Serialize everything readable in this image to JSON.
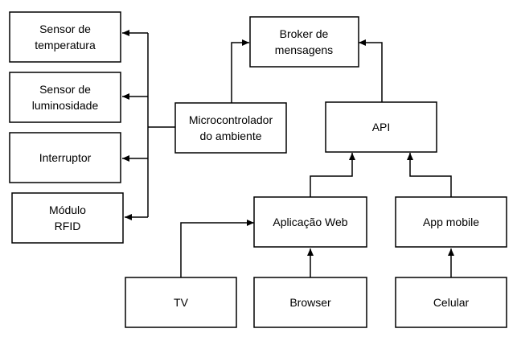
{
  "nodes": {
    "sensor_temperatura": {
      "lines": [
        "Sensor de",
        "temperatura"
      ]
    },
    "sensor_luminosidade": {
      "lines": [
        "Sensor de",
        "luminosidade"
      ]
    },
    "interruptor": {
      "lines": [
        "Interruptor"
      ]
    },
    "modulo_rfid": {
      "lines": [
        "Módulo",
        "RFID"
      ]
    },
    "microcontrolador": {
      "lines": [
        "Microcontrolador",
        "do ambiente"
      ]
    },
    "broker": {
      "lines": [
        "Broker de",
        "mensagens"
      ]
    },
    "api": {
      "lines": [
        "API"
      ]
    },
    "aplicacao_web": {
      "lines": [
        "Aplicação Web"
      ]
    },
    "app_mobile": {
      "lines": [
        "App mobile"
      ]
    },
    "tv": {
      "lines": [
        "TV"
      ]
    },
    "browser": {
      "lines": [
        "Browser"
      ]
    },
    "celular": {
      "lines": [
        "Celular"
      ]
    }
  },
  "edges": [
    {
      "from": "microcontrolador",
      "to": "sensor_temperatura"
    },
    {
      "from": "microcontrolador",
      "to": "sensor_luminosidade"
    },
    {
      "from": "microcontrolador",
      "to": "interruptor"
    },
    {
      "from": "microcontrolador",
      "to": "modulo_rfid"
    },
    {
      "from": "microcontrolador",
      "to": "broker"
    },
    {
      "from": "api",
      "to": "broker"
    },
    {
      "from": "aplicacao_web",
      "to": "api"
    },
    {
      "from": "app_mobile",
      "to": "api"
    },
    {
      "from": "tv",
      "to": "aplicacao_web"
    },
    {
      "from": "browser",
      "to": "aplicacao_web"
    },
    {
      "from": "celular",
      "to": "app_mobile"
    }
  ]
}
